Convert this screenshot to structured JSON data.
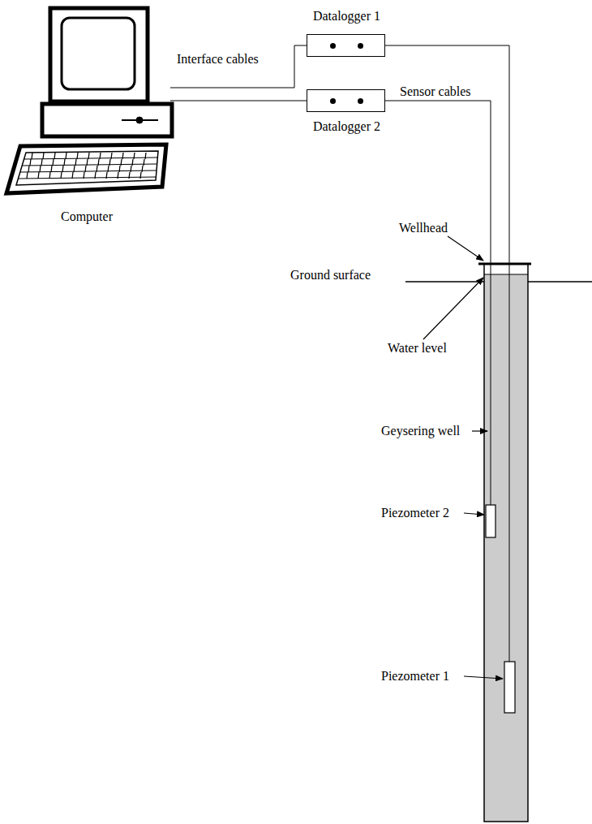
{
  "diagram": {
    "nodes": [
      {
        "text": [
          "Datalogger 1"
        ]
      },
      {
        "text": [
          "Computer"
        ]
      },
      {
        "text": [
          "Datalogger 2"
        ]
      }
    ],
    "edges": [
      {
        "from": 1,
        "to": 0,
        "arrow": "none"
      },
      {
        "from": 1,
        "to": 2,
        "arrow": "none"
      }
    ],
    "labels": [
      "Interface cables",
      "Sensor cables",
      "Wellhead",
      "Ground surface",
      "Water level",
      "Geysering well",
      "Piezometer 2",
      "Piezometer 1"
    ]
  }
}
